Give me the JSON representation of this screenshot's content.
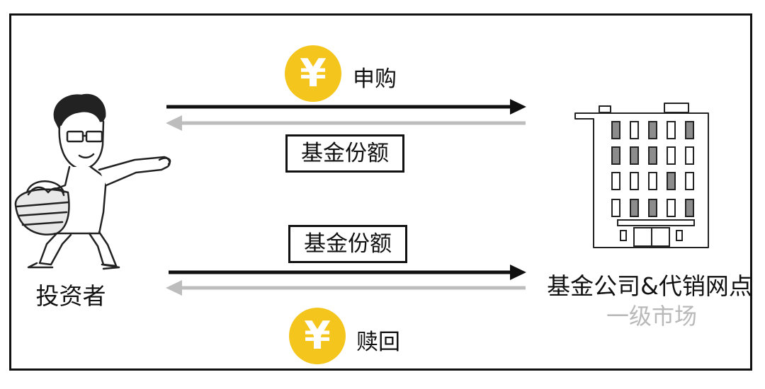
{
  "top_flow": {
    "currency_symbol": "¥",
    "action": "申购",
    "returned": "基金份额"
  },
  "bottom_flow": {
    "given": "基金份额",
    "currency_symbol": "¥",
    "action": "赎回"
  },
  "investor": {
    "label": "投资者"
  },
  "company": {
    "label": "基金公司&代销网点",
    "market": "一级市场"
  },
  "colors": {
    "coin": "#f4c51c",
    "arrow_dark": "#111111",
    "arrow_light": "#bdbdbd",
    "market_text": "#b9b9b9"
  }
}
